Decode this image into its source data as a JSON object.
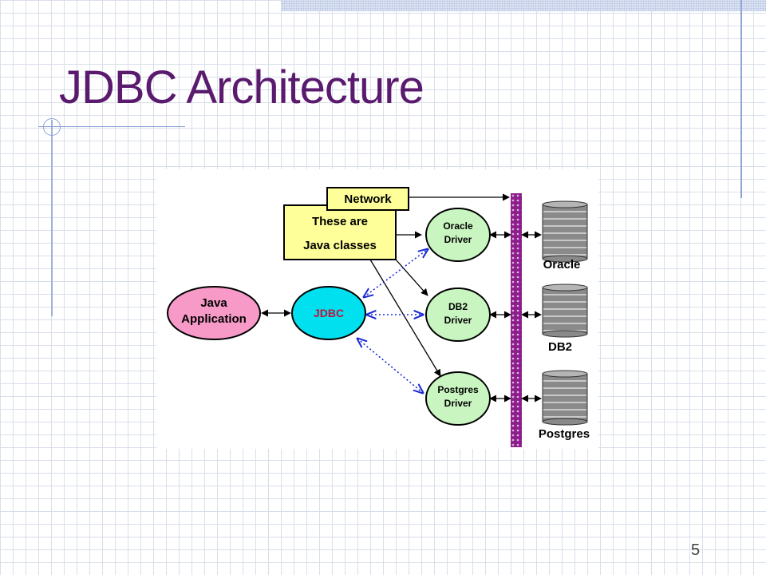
{
  "slide": {
    "title": "JDBC Architecture",
    "page_number": "5"
  },
  "diagram": {
    "network_label": "Network",
    "java_classes_label": [
      "These are",
      "Java classes"
    ],
    "java_app_label": [
      "Java",
      "Application"
    ],
    "jdbc_label": "JDBC",
    "drivers": [
      {
        "label": [
          "Oracle",
          "Driver"
        ]
      },
      {
        "label": [
          "DB2",
          "Driver"
        ]
      },
      {
        "label": [
          "Postgres",
          "Driver"
        ]
      }
    ],
    "databases": [
      {
        "label": "Oracle"
      },
      {
        "label": "DB2"
      },
      {
        "label": "Postgres"
      }
    ],
    "colors": {
      "title": "#5a1a6e",
      "java_app_fill": "#f79ac8",
      "jdbc_fill": "#00e0ef",
      "jdbc_text": "#c0143c",
      "driver_fill": "#c9f5c0",
      "note_fill": "#ffff99",
      "network_bar": "#8b1e8b",
      "dotted_arrow": "#1a2bd6",
      "database": "#8a8a8a"
    }
  }
}
